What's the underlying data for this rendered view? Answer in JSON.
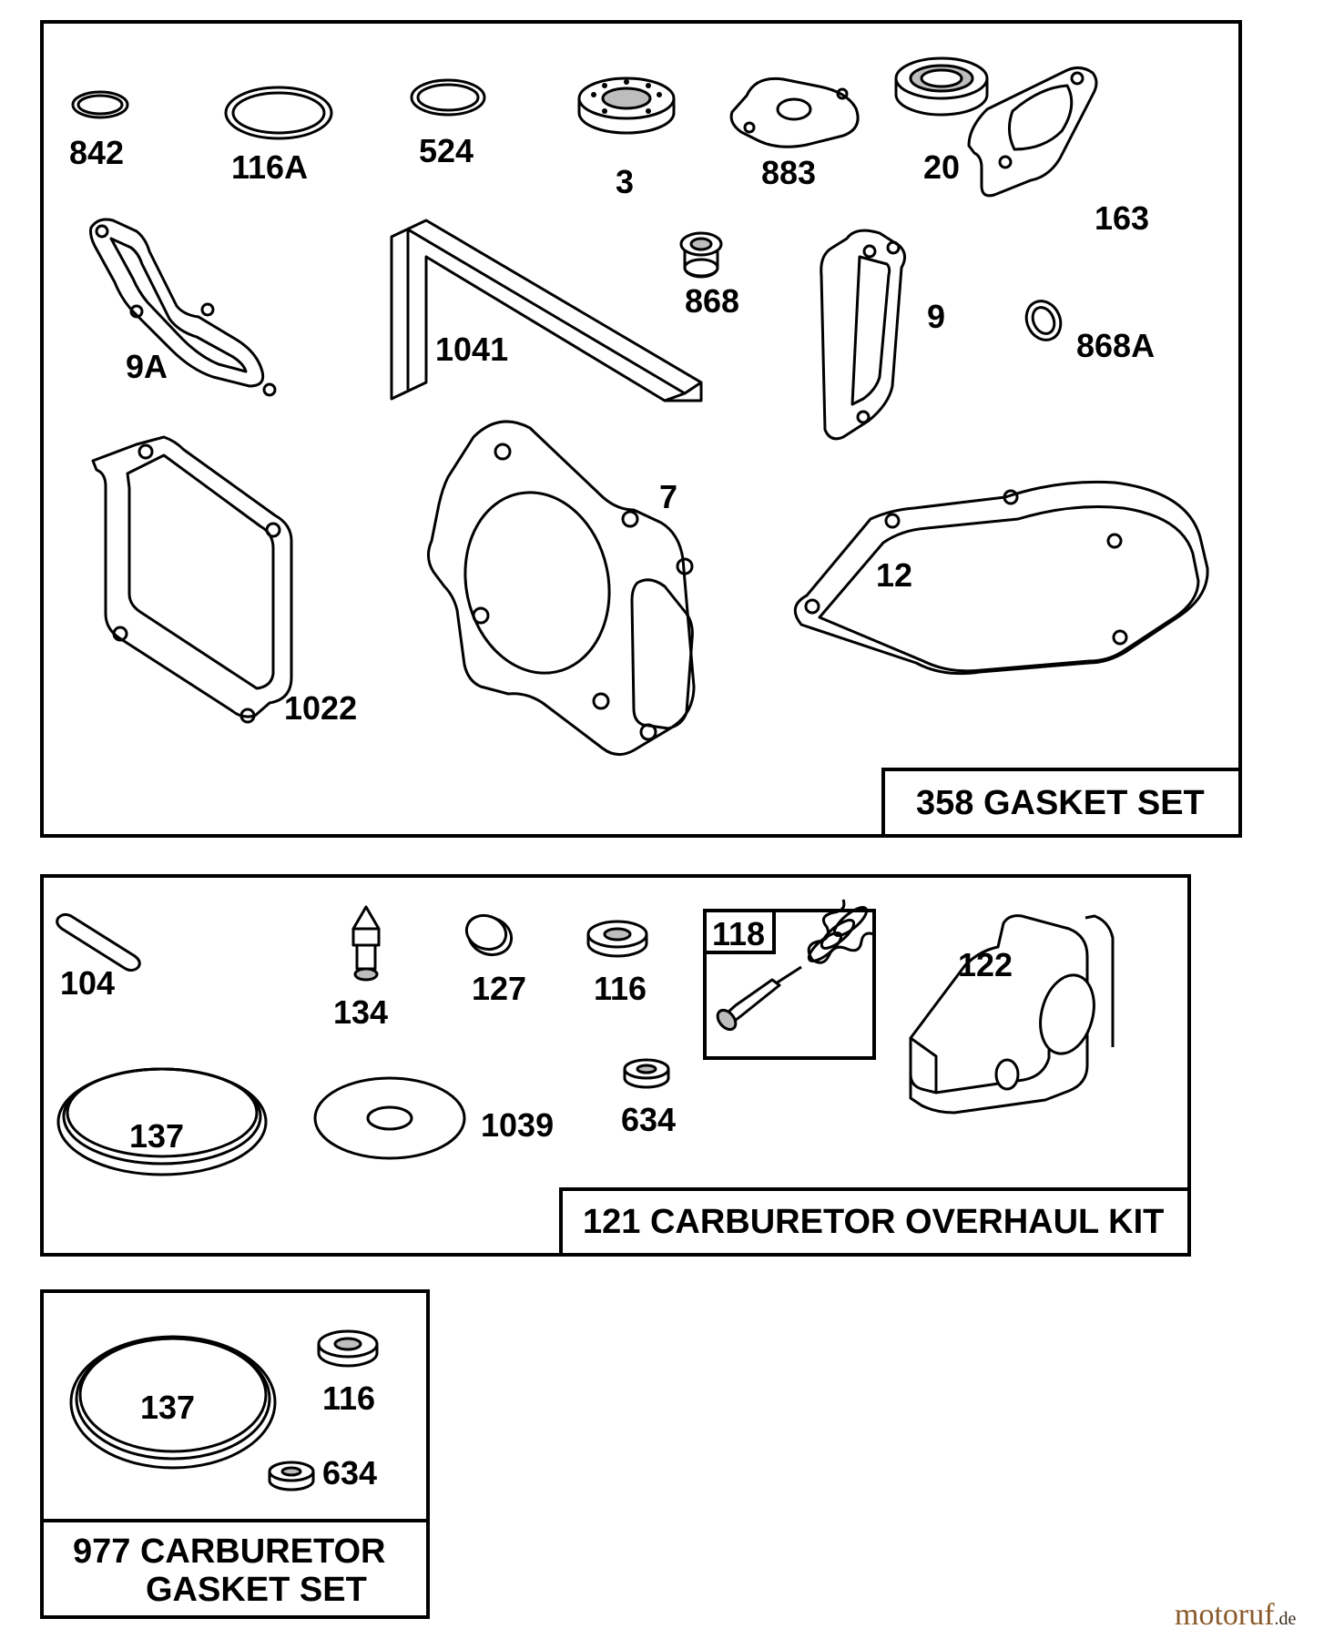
{
  "gasket_set": {
    "title": "358 GASKET SET",
    "parts": {
      "p842": "842",
      "p116a": "116A",
      "p524": "524",
      "p3": "3",
      "p883": "883",
      "p20": "20",
      "p163": "163",
      "p9a": "9A",
      "p1041": "1041",
      "p868": "868",
      "p9": "9",
      "p868a": "868A",
      "p1022": "1022",
      "p7": "7",
      "p12": "12"
    }
  },
  "overhaul_kit": {
    "title": "121 CARBURETOR OVERHAUL KIT",
    "parts": {
      "p104": "104",
      "p134": "134",
      "p127": "127",
      "p116": "116",
      "p118": "118",
      "p122": "122",
      "p137": "137",
      "p1039": "1039",
      "p634": "634"
    }
  },
  "carb_gasket_set": {
    "title_line1": "977 CARBURETOR",
    "title_line2": "GASKET SET",
    "parts": {
      "p137": "137",
      "p116": "116",
      "p634": "634"
    }
  },
  "watermark": {
    "brand": "motoruf",
    "suffix": ".de"
  },
  "colors": {
    "ink": "#000000",
    "paper": "#ffffff",
    "watermark_brown": "#8a5a2b",
    "watermark_dark": "#3a2a1a"
  }
}
